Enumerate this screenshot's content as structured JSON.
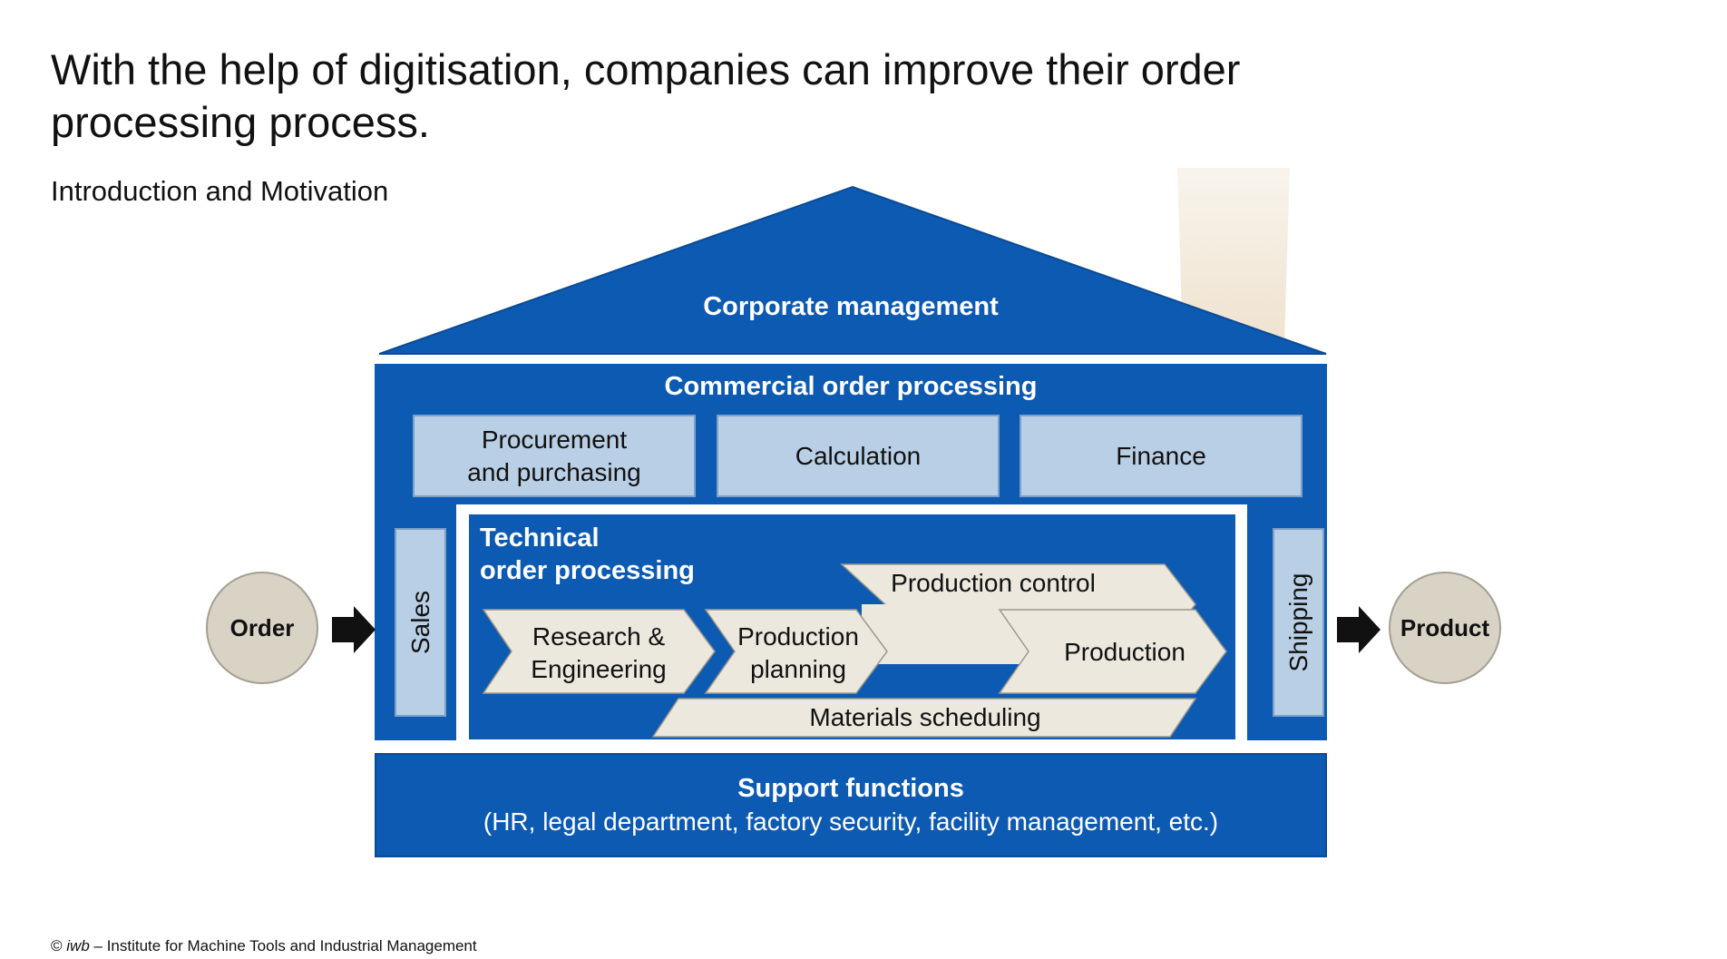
{
  "slide": {
    "title_line1": "With the help of digitisation, companies can improve their order",
    "title_line2": "processing process.",
    "subtitle": "Introduction and Motivation",
    "footer_prefix": "©",
    "footer_brand": "iwb",
    "footer_rest": "– Institute for Machine Tools and Industrial Management"
  },
  "diagram": {
    "roof_label": "Corporate management",
    "commercial_label": "Commercial order processing",
    "commercial_boxes": [
      "Procurement\nand purchasing",
      "Calculation",
      "Finance"
    ],
    "sales_label": "Sales",
    "shipping_label": "Shipping",
    "technical_label_line1": "Technical",
    "technical_label_line2": "order processing",
    "research_line1": "Research &",
    "research_line2": "Engineering",
    "planning_line1": "Production",
    "planning_line2": "planning",
    "production_control": "Production control",
    "production": "Production",
    "materials_scheduling": "Materials scheduling",
    "support_title": "Support functions",
    "support_subtitle": "(HR, legal department, factory security, facility management, etc.)",
    "input_label": "Order",
    "output_label": "Product"
  },
  "colors": {
    "primary_blue": "#0d5ab3",
    "light_blue": "#b9cfe5",
    "beige": "#ece8de",
    "circle_fill": "#d8d3c4"
  }
}
